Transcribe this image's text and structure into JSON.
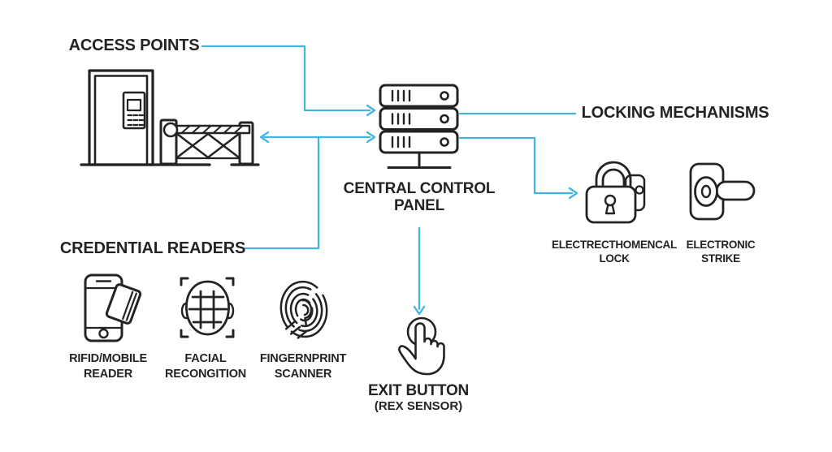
{
  "colors": {
    "background": "#ffffff",
    "ink": "#232323",
    "connector_line": "#45b3e0"
  },
  "diagram": {
    "access_points": {
      "label": "ACCESS POINTS"
    },
    "central_panel": {
      "label_line1": "CENTRAL CONTROL",
      "label_line2": "PANEL"
    },
    "locking_mechanisms": {
      "label": "LOCKING MECHANISMS",
      "items": [
        {
          "name": "electromechanical-lock",
          "label_line1": "ELECTRECTHOMENCAL",
          "label_line2": "LOCK"
        },
        {
          "name": "electronic-strike",
          "label_line1": "ELECTRONIC",
          "label_line2": "STRIKE"
        }
      ]
    },
    "credential_readers": {
      "label": "CREDENTIAL READERS",
      "items": [
        {
          "name": "rfid-mobile-reader",
          "label_line1": "RIFID/MOBILE",
          "label_line2": "READER"
        },
        {
          "name": "facial-recognition",
          "label_line1": "FACIAL",
          "label_line2": "RECONGITION"
        },
        {
          "name": "fingerprint-scanner",
          "label_line1": "FINGERNPRINT",
          "label_line2": "SCANNER"
        }
      ]
    },
    "exit_button": {
      "label": "EXIT BUTTON",
      "sublabel": "(REX SENSOR)"
    }
  },
  "icons": [
    "door-with-keypad-icon",
    "barrier-gate-icon",
    "server-stack-icon",
    "padlock-icon",
    "door-handle-lever-icon",
    "phone-with-card-icon",
    "face-scan-icon",
    "fingerprint-icon",
    "tap-hand-icon",
    "arrow-right-icon",
    "arrow-left-icon",
    "arrow-down-icon"
  ]
}
